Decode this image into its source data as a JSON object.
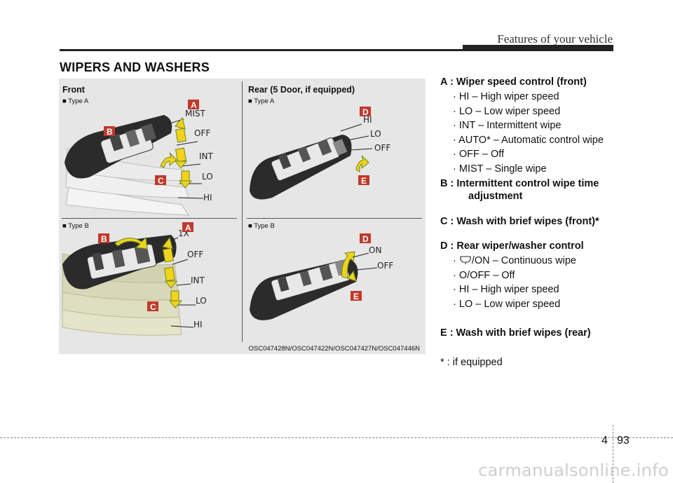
{
  "header": {
    "title": "Features of your vehicle"
  },
  "section": {
    "title": "WIPERS AND WASHERS"
  },
  "figure": {
    "front_title": "Front",
    "rear_title": "Rear (5 Door, if equipped)",
    "type_a": "■ Type A",
    "type_b": "■ Type B",
    "caption": "OSC047428N/OSC047422N/OSC047427N/OSC047446N",
    "front_a": {
      "labels": [
        "MIST",
        "OFF",
        "INT",
        "LO",
        "HI"
      ],
      "badges": [
        "A",
        "B",
        "C"
      ]
    },
    "front_b": {
      "labels": [
        "1X",
        "OFF",
        "INT",
        "LO",
        "HI"
      ],
      "badges": [
        "A",
        "B",
        "C"
      ]
    },
    "rear_a": {
      "labels": [
        "HI",
        "LO",
        "OFF"
      ],
      "badges": [
        "D",
        "E"
      ]
    },
    "rear_b": {
      "labels": [
        "ON",
        "OFF"
      ],
      "badges": [
        "D",
        "E"
      ]
    }
  },
  "legend": {
    "a_title": "A : Wiper speed control (front)",
    "a_items": [
      "· HI – High wiper speed",
      "· LO – Low wiper speed",
      "· INT – Intermittent wipe",
      "· AUTO* – Automatic control wipe",
      "· OFF – Off",
      "· MIST – Single wipe"
    ],
    "b_title": "B : Intermittent control wipe time",
    "b_title_cont": "adjustment",
    "c_title": "C : Wash with brief wipes (front)*",
    "d_title": "D : Rear wiper/washer control",
    "d_item_glyph_prefix": "·",
    "d_items": [
      "/ON – Continuous wipe",
      "· O/OFF – Off",
      "· HI – High wiper speed",
      "· LO – Low wiper speed"
    ],
    "e_title": "E : Wash with brief wipes (rear)"
  },
  "footnote": "* : if equipped",
  "page": {
    "chapter": "4",
    "number": "93"
  },
  "watermark": "carmanualsonline.info",
  "colors": {
    "badge": "#c0392b",
    "arrow": "#f2d21b",
    "arrow_outline": "#6a8a1f",
    "page_bg": "#ffffff",
    "figure_bg": "#e6e6e6"
  }
}
